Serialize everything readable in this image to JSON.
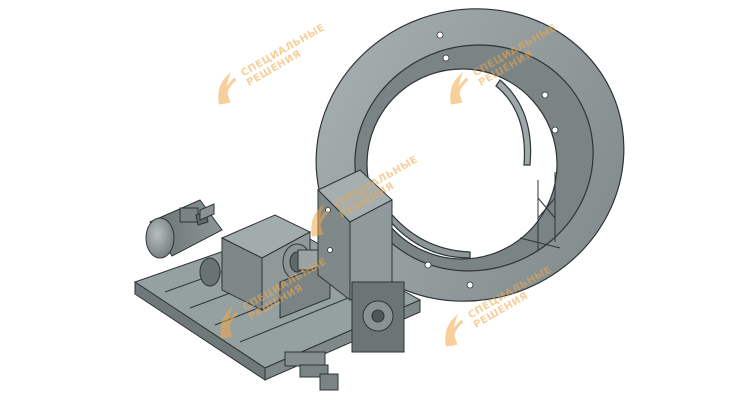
{
  "image": {
    "subject": "industrial-centrifugal-fan-3d-render",
    "colors": {
      "background": "#ffffff",
      "metal": "#8c9697",
      "metal_light": "#a7b0b1",
      "metal_dark": "#5f6869",
      "edge": "#2e3536",
      "watermark": "#f0a84a"
    }
  },
  "watermark": {
    "line1": "СПЕЦИАЛЬНЫЕ",
    "line2": "РЕШЕНИЯ"
  }
}
